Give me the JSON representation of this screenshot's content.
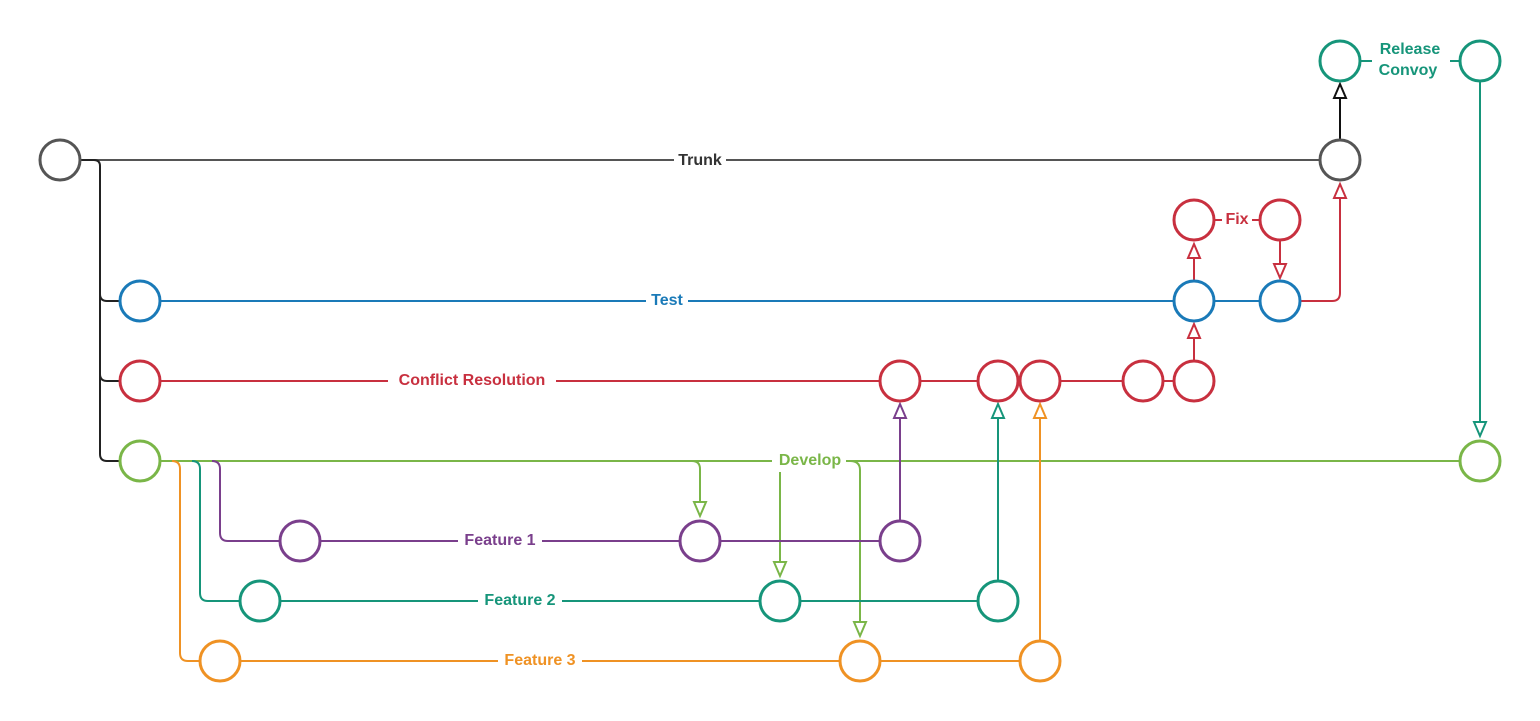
{
  "colors": {
    "trunk": "#555555",
    "test": "#1a7ab8",
    "conflict": "#c8303f",
    "develop": "#7ab648",
    "feature1": "#7a3f8c",
    "feature2": "#16957a",
    "feature3": "#ef9224",
    "release": "#16957a",
    "connector": "#222222"
  },
  "branches": {
    "trunk": {
      "label": "Trunk"
    },
    "test": {
      "label": "Test"
    },
    "conflict": {
      "label": "Conflict Resolution"
    },
    "develop": {
      "label": "Develop"
    },
    "feature1": {
      "label": "Feature 1"
    },
    "feature2": {
      "label": "Feature 2"
    },
    "feature3": {
      "label": "Feature 3"
    },
    "fix": {
      "label": "Fix"
    },
    "release": {
      "label_line1": "Release",
      "label_line2": "Convoy"
    }
  }
}
